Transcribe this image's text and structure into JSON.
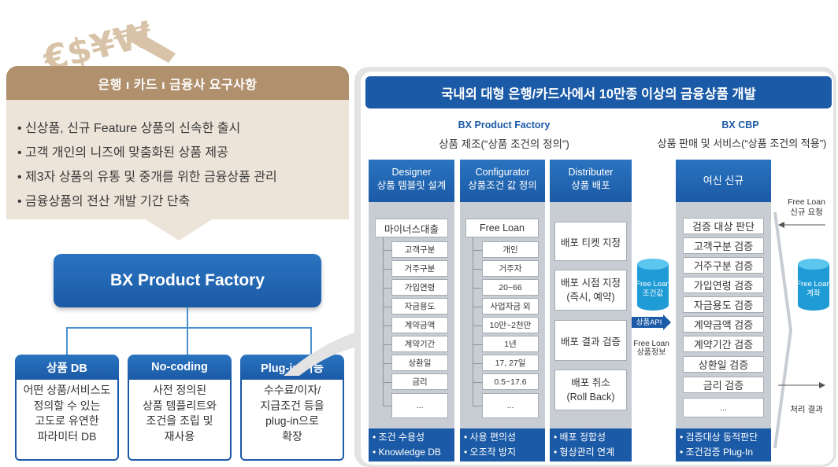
{
  "logo": {
    "text": "€$¥₩"
  },
  "requirements": {
    "title": "은행 ı 카드 ı 금융사 요구사항",
    "items": [
      "• 신상품, 신규 Feature 상품의 신속한 출시",
      "• 고객 개인의 니즈에 맞춤화된 상품 제공",
      "• 제3자 상품의 유통 및 중개를 위한 금융상품 관리",
      "• 금융상품의 전산 개발 기간 단축"
    ]
  },
  "product_factory_box": "BX Product Factory",
  "features": [
    {
      "title": "상품 DB",
      "lines": [
        "어떤 상품/서비스도",
        "정의할 수 있는",
        "고도로 유연한",
        "파라미터 DB"
      ]
    },
    {
      "title": "No-coding",
      "lines": [
        "사전 정의된",
        "상품 템플리트와",
        "조건을 조립 및",
        "재사용"
      ]
    },
    {
      "title": "Plug-in 기능",
      "lines": [
        "수수료/이자/",
        "지급조건 등을",
        "plug-in으로",
        "확장"
      ]
    }
  ],
  "panel": {
    "title": "국내외 대형 은행/카드사에서 10만종 이상의 금융상품  개발",
    "left_section": {
      "title": "BX Product Factory",
      "subtitle": "상품 제조(“상품 조건의 정의”)"
    },
    "right_section": {
      "title": "BX CBP",
      "subtitle": "상품 판매 및 서비스(“상품 조건의 적용”)"
    },
    "designer": {
      "head": [
        "Designer",
        "상품 템블릿 설계"
      ],
      "root": "마이너스대출",
      "items": [
        "고객구분",
        "거주구분",
        "가입연령",
        "자금용도",
        "계약금액",
        "계약기간",
        "상환일",
        "금리",
        "..."
      ],
      "foot": [
        "• 조건 수용성",
        "• Knowledge DB"
      ]
    },
    "configurator": {
      "head": [
        "Configurator",
        "상품조건 값 정의"
      ],
      "root": "Free Loan",
      "items": [
        "개인",
        "거주자",
        "20~66",
        "사업자금 외",
        "10만~2천만",
        "1년",
        "17, 27일",
        "0.5~17.6",
        "..."
      ],
      "foot": [
        "• 사용 편의성",
        "• 오조작 방지"
      ]
    },
    "distributer": {
      "head": [
        "Distributer",
        "상품 배포"
      ],
      "items": [
        [
          "배포 티켓 지정"
        ],
        [
          "배포 시점 지정",
          "(즉시, 예약)"
        ],
        [
          "배포 결과 검증"
        ],
        [
          "배포 취소",
          "(Roll Back)"
        ]
      ],
      "foot": [
        "• 배포 정합성",
        "• 형상관리 연계"
      ]
    },
    "db1": [
      "Free Loan",
      "조건값"
    ],
    "api_label": "상품API",
    "info_label": [
      "Free Loan",
      "상품정보"
    ],
    "cbp": {
      "head": "여신 신규",
      "items": [
        "검증 대상 판단",
        "고객구분 검증",
        "거주구분 검증",
        "가입연령 검증",
        "자금용도 검증",
        "계약금액 검증",
        "계약기간 검증",
        "상환일 검증",
        "금리 검증",
        "..."
      ],
      "foot": [
        "• 검증대상 동적판단",
        "• 조건검증 Plug-In"
      ]
    },
    "request_label": [
      "Free Loan",
      "신규 요청"
    ],
    "db2": [
      "Free Loan",
      "계좌"
    ],
    "result_label": "처리 결과"
  },
  "colors": {
    "brown": "#b0906d",
    "beige": "#ece4d9",
    "blue": "#1b5aa6",
    "gray": "#c8ccd3"
  }
}
